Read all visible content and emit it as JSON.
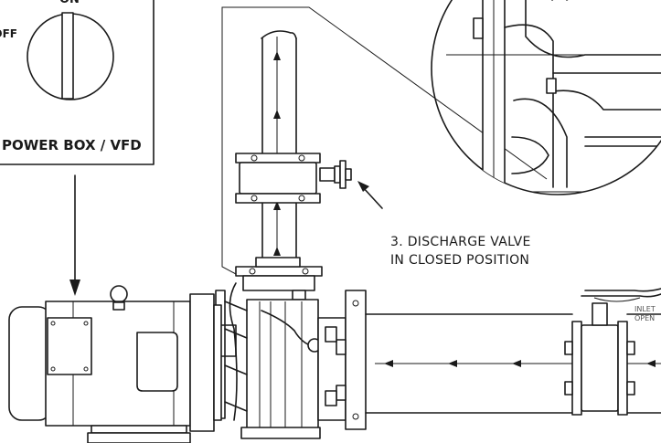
{
  "power_box": {
    "on_label": "ON",
    "off_label": "OFF",
    "title": "POWER BOX / VFD"
  },
  "callouts": {
    "discharge_valve": [
      "3. DISCHARGE VALVE",
      "IN CLOSED POSITION"
    ],
    "inlet_valve": [
      "INLET",
      "OPEN"
    ]
  }
}
